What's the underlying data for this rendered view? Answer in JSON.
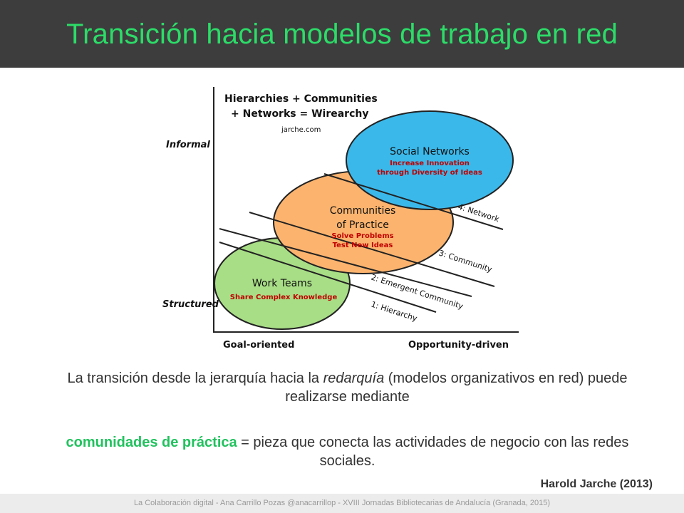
{
  "header": {
    "title": "Transición hacia modelos de trabajo en red",
    "background": "#3d3d3d",
    "title_color": "#2cdc68"
  },
  "diagram": {
    "title_line1": "Hierarchies + Communities",
    "title_line2": "+ Networks = Wirearchy",
    "source": "jarche.com",
    "y_axis_top": "Informal",
    "y_axis_bottom": "Structured",
    "x_axis_left": "Goal-oriented",
    "x_axis_right": "Opportunity-driven",
    "circles": [
      {
        "title1": "Social Networks",
        "title2": "",
        "sub1": "Increase Innovation",
        "sub2": "through Diversity of Ideas",
        "fill": "#3bb8ea"
      },
      {
        "title1": "Communities",
        "title2": "of Practice",
        "sub1": "Solve Problems",
        "sub2": "Test New Ideas",
        "fill": "#fbb36e"
      },
      {
        "title1": "Work Teams",
        "title2": "",
        "sub1": "Share Complex Knowledge",
        "sub2": "",
        "fill": "#a8de86"
      }
    ],
    "lines": [
      "4: Network",
      "3: Community",
      "2: Emergent Community",
      "1: Hierarchy"
    ],
    "label_color": "#c00000"
  },
  "text": {
    "p1_part1": "La transición desde la jerarquía hacia la ",
    "p1_em": "redarquía",
    "p1_part2": " (modelos organizativos en red) puede realizarse mediante",
    "p2_highlight": "comunidades  de práctica",
    "p2_rest": " = pieza que conecta las actividades de negocio con las redes sociales.",
    "citation": "Harold Jarche (2013)"
  },
  "footer": {
    "text": "La Colaboración digital  -  Ana Carrillo Pozas  @anacarrillop  -   XVIII Jornadas Bibliotecarias de Andalucía (Granada, 2015)"
  }
}
